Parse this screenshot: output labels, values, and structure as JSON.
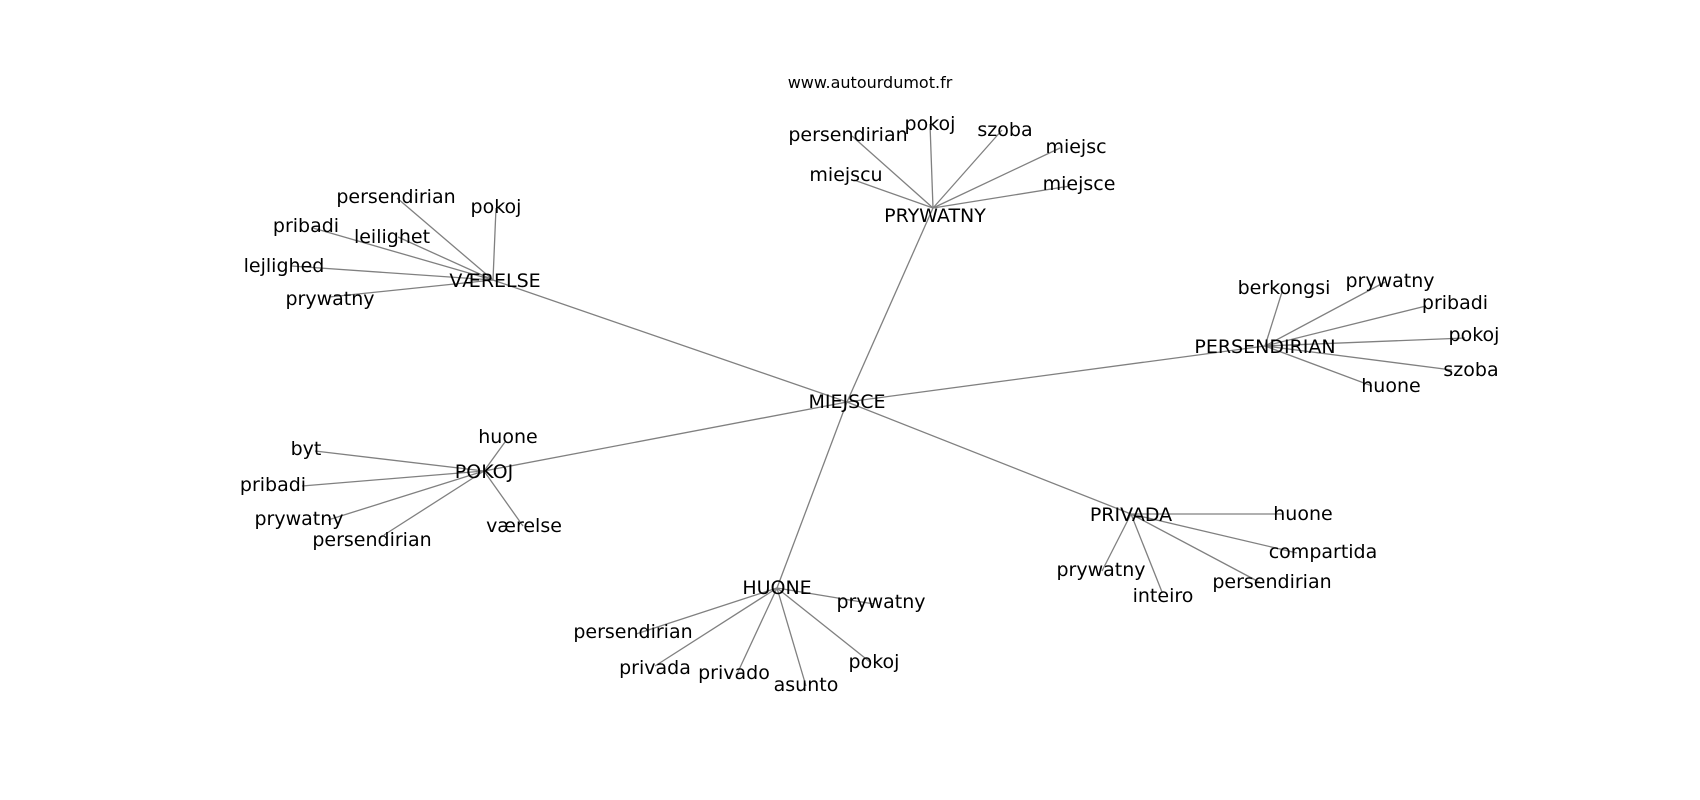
{
  "credit": "www.autourdumot.fr",
  "graph": {
    "center": "MIEJSCE",
    "hubs": [
      {
        "label": "PRYWATNY",
        "leaves": [
          "persendirian",
          "pokoj",
          "szoba",
          "miejsc",
          "miejscu",
          "miejsce"
        ]
      },
      {
        "label": "VÆRELSE",
        "leaves": [
          "persendirian",
          "pokoj",
          "pribadi",
          "leilighet",
          "lejlighed",
          "prywatny"
        ]
      },
      {
        "label": "PERSENDIRIAN",
        "leaves": [
          "berkongsi",
          "prywatny",
          "pribadi",
          "pokoj",
          "szoba",
          "huone"
        ]
      },
      {
        "label": "POKOJ",
        "leaves": [
          "huone",
          "byt",
          "pribadi",
          "prywatny",
          "persendirian",
          "værelse"
        ]
      },
      {
        "label": "PRIVADA",
        "leaves": [
          "huone",
          "compartida",
          "prywatny",
          "inteiro",
          "persendirian"
        ]
      },
      {
        "label": "HUONE",
        "leaves": [
          "prywatny",
          "persendirian",
          "privada",
          "privado",
          "asunto",
          "pokoj"
        ]
      }
    ]
  }
}
